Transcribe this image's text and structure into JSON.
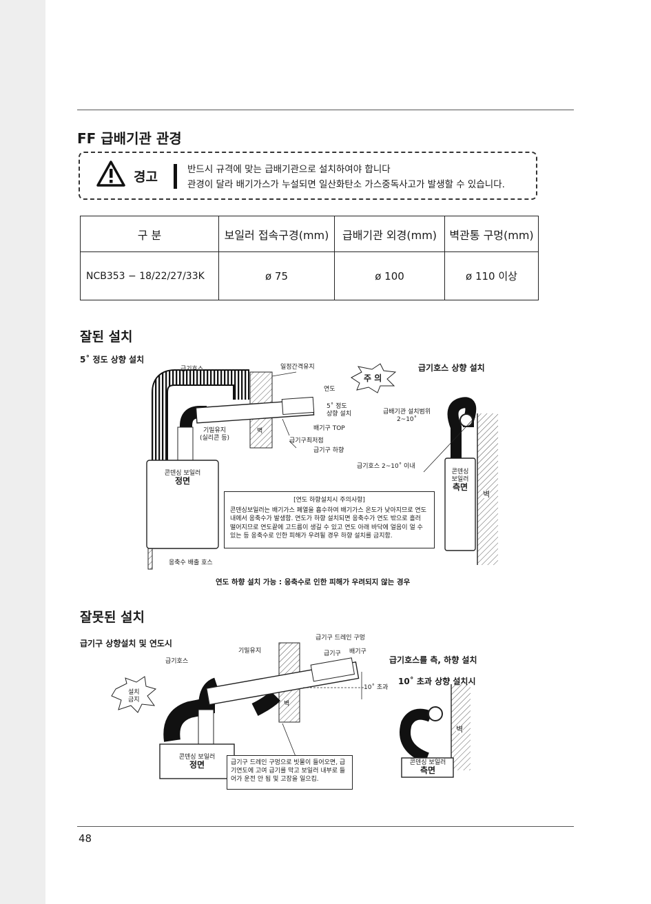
{
  "section_title": "FF 급배기관 관경",
  "warning": {
    "label": "경고",
    "line1": "반드시 규격에 맞는 급배기관으로 설치하여야 합니다",
    "line2": "관경이 달라 배기가스가 누설되면 일산화탄소 가스중독사고가 발생할 수 있습니다."
  },
  "table": {
    "headers": [
      "구 분",
      "보일러 접속구경(mm)",
      "급배기관 외경(mm)",
      "벽관통 구멍(mm)"
    ],
    "rows": [
      [
        "NCB353 − 18/22/27/33K",
        "ø 75",
        "ø 100",
        "ø 110 이상"
      ]
    ]
  },
  "good": {
    "heading": "잘된 설치",
    "sub_left": "5˚ 정도 상향 설치",
    "sub_right": "급기호스 상향 설치",
    "caution": "주 의",
    "labels": {
      "hose": "급기호스",
      "gap": "일정간격유지",
      "flue": "연도",
      "up5": "5˚ 정도\n상향 설치",
      "exhaust_top": "배기구 TOP",
      "seal": "기밀유지\n(실리콘 등)",
      "wall": "벽",
      "intake_low": "급기구최저점",
      "intake_down": "급기구 하향",
      "range": "급배기관 설치범위\n2~10˚",
      "hose_range": "급기호스 2~10˚ 이내",
      "boiler_small": "콘덴싱 보일러",
      "front": "정면",
      "boiler_side": "콘덴싱\n보일러",
      "side": "측면",
      "wall2": "벽",
      "drain": "응축수 배출 호스"
    },
    "note_title": "[연도 하향설치시 주의사항]",
    "note_body": "콘덴싱보일러는 배기가스 폐열을 흡수하여 배기가스 온도가 낮아지므로 연도내에서 응축수가 발생함. 연도가 하향 설치되면 응축수가 연도 밖으로 흘러 떨어지므로 연도끝에 고드름이 생길 수 있고 연도 아래 바닥에 얼음이 얼 수 있는 등 응축수로 인한 피해가 우려될 경우 하향 설치를 금지함.",
    "footer": "연도 하향 설치 가능 : 응축수로 인한 피해가 우려되지 않는 경우"
  },
  "bad": {
    "heading": "잘못된 설치",
    "sub_left": "급기구 상향설치 및 연도시",
    "sub_right1": "급기호스를 측, 하향 설치",
    "sub_right2": "10˚ 초과 상향 설치시",
    "forbidden": "설치\n금지",
    "labels": {
      "hose": "급기호스",
      "seal": "기밀유지",
      "drain_hole": "급기구 드레인 구멍",
      "intake": "급기구",
      "exhaust": "배기구",
      "over10": "10˚ 초과",
      "wall": "벽",
      "boiler_small": "콘덴싱 보일러",
      "front": "정면",
      "wall2": "벽",
      "side": "측면"
    },
    "note_body": "급기구 드레인 구멍으로 빗물이 들어오면, 급기연도에 고여 급기를 막고 보일러 내부로 들어가 운전 안 됨 및 고장을 일으킴."
  },
  "page_number": "48"
}
